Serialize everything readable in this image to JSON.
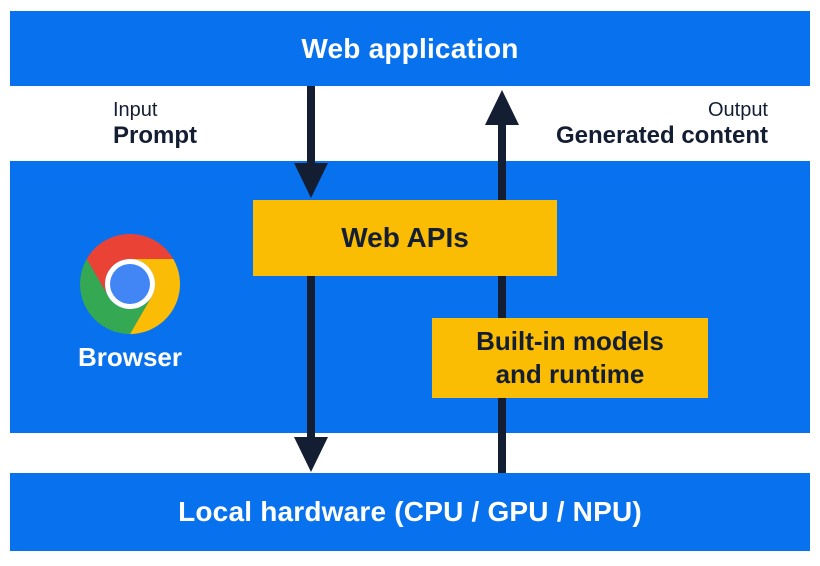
{
  "title": "Web application to local hardware architecture diagram",
  "colors": {
    "blue": "#0871EE",
    "yellow": "#FBBC04",
    "navy": "#141E32",
    "white": "#FFFFFF",
    "chrome_red": "#EA4335",
    "chrome_yellow": "#FBBC05",
    "chrome_green": "#34A853",
    "chrome_blue": "#4285F4"
  },
  "top_bar": {
    "label": "Web application"
  },
  "io_labels": {
    "input_title": "Input",
    "input_value": "Prompt",
    "output_title": "Output",
    "output_value": "Generated content"
  },
  "browser_panel": {
    "label": "Browser",
    "logo": "chrome-logo"
  },
  "boxes": {
    "web_apis": {
      "label": "Web APIs"
    },
    "builtin_models": {
      "line1": "Built-in models",
      "line2": "and runtime"
    }
  },
  "arrows": {
    "down_flow": "web-application-to-web-apis-to-local-hardware",
    "up_flow": "local-hardware-through-builtin-models-to-web-application"
  },
  "bottom_bar": {
    "label": "Local hardware (CPU / GPU / NPU)"
  }
}
